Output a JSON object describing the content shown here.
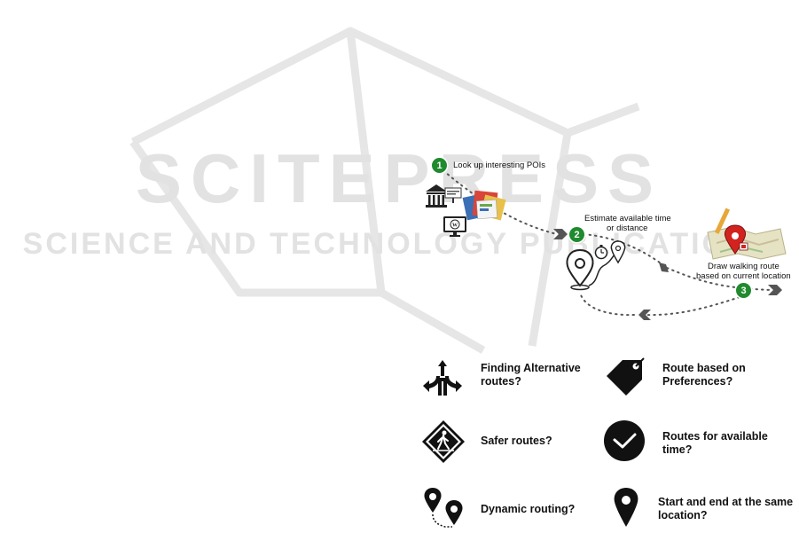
{
  "watermark": {
    "line1": "SCITEPRESS",
    "line2": "SCIENCE AND TECHNOLOGY PUBLICATIONS"
  },
  "flow": {
    "steps": [
      {
        "number": "1",
        "label": "Look up interesting POIs"
      },
      {
        "number": "2",
        "label_line1": "Estimate available time",
        "label_line2": "or distance"
      },
      {
        "number": "3",
        "label_line1": "Draw walking route",
        "label_line2": "based on current location"
      }
    ]
  },
  "features": [
    {
      "icon": "fork-arrows-icon",
      "line1": "Finding Alternative",
      "line2": "routes?"
    },
    {
      "icon": "tag-icon",
      "line1": "Route based on",
      "line2": "Preferences?"
    },
    {
      "icon": "pedestrian-crossing-icon",
      "line1": "Safer routes?",
      "line2": ""
    },
    {
      "icon": "clock-icon",
      "line1": "Routes for available",
      "line2": "time?"
    },
    {
      "icon": "two-pins-icon",
      "line1": "Dynamic routing?",
      "line2": ""
    },
    {
      "icon": "location-pin-icon",
      "line1": "Start and end at the same",
      "line2": "location?"
    }
  ],
  "colors": {
    "step_badge": "#1f8a2e",
    "watermark": "#e2e2e2",
    "icon": "#111111"
  }
}
